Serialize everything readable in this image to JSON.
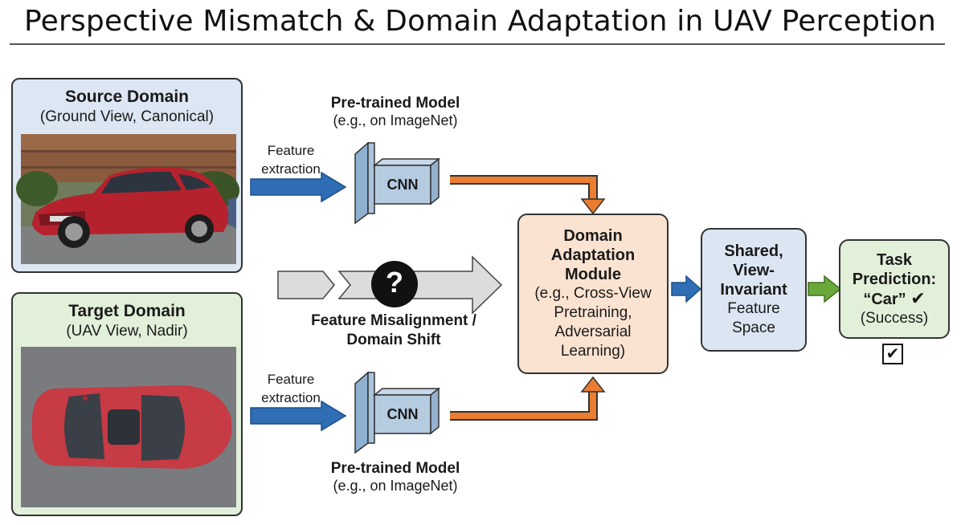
{
  "title": "Perspective Mismatch & Domain Adaptation in UAV Perception",
  "source": {
    "title": "Source Domain",
    "subtitle": "(Ground View, Canonical)"
  },
  "target": {
    "title": "Target Domain",
    "subtitle": "(UAV View, Nadir)"
  },
  "top_branch": {
    "feature_label_1": "Feature",
    "feature_label_2": "extraction",
    "model_title": "Pre-trained Model",
    "model_sub": "(e.g., on ImageNet)",
    "cnn": "CNN"
  },
  "bottom_branch": {
    "feature_label_1": "Feature",
    "feature_label_2": "extraction",
    "model_title": "Pre-trained Model",
    "model_sub": "(e.g., on ImageNet)",
    "cnn": "CNN"
  },
  "misalignment": {
    "symbol": "?",
    "line1": "Feature Misalignment /",
    "line2": "Domain Shift"
  },
  "module": {
    "line1": "Domain",
    "line2": "Adaptation",
    "line3": "Module",
    "line4": "(e.g., Cross-View",
    "line5": "Pretraining,",
    "line6": "Adversarial",
    "line7": "Learning)"
  },
  "shared": {
    "line1": "Shared,",
    "line2": "View-",
    "line3": "Invariant",
    "line4": "Feature",
    "line5": "Space"
  },
  "task": {
    "line1": "Task",
    "line2": "Prediction:",
    "line3": "“Car”",
    "check": "✔",
    "line4": "(Success)",
    "checkbox": "✔"
  },
  "colors": {
    "source_bg": "#dde6f3",
    "target_bg": "#e2efd9",
    "module_bg": "#fbe3d1",
    "shared_bg": "#dce6f2",
    "task_bg": "#e3f0d9",
    "blue_arrow": "#2f6eb5",
    "orange_arrow": "#ea7d2f",
    "green_arrow": "#6aa83c",
    "cnn_blue": "#b4cbe0"
  }
}
